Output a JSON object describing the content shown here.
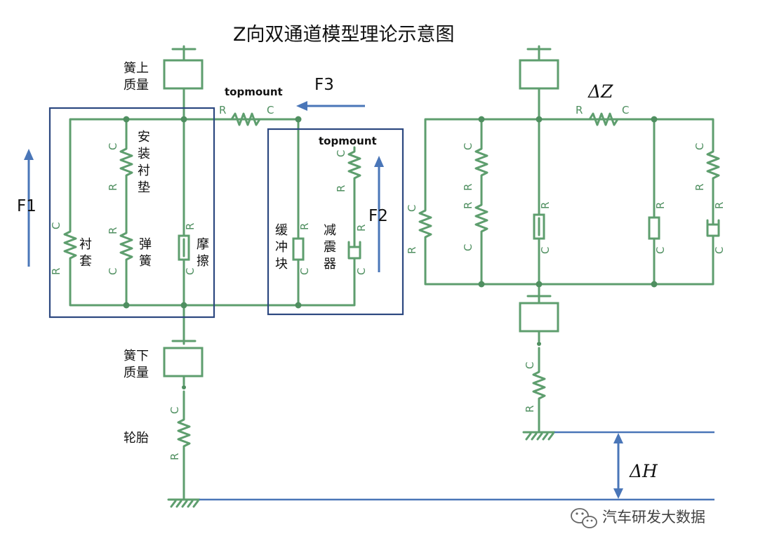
{
  "title": "Z向双通道模型理论示意图",
  "labels": {
    "sprung_mass": [
      "簧上",
      "质量"
    ],
    "unsprung_mass": [
      "簧下",
      "质量"
    ],
    "topmount_left": "topmount",
    "topmount_right": "topmount",
    "mount_pad": [
      "安",
      "装",
      "衬",
      "垫"
    ],
    "bushing": [
      "衬",
      "套"
    ],
    "spring": [
      "弹",
      "簧"
    ],
    "friction": [
      "摩",
      "擦"
    ],
    "bump_stop": [
      "缓",
      "冲",
      "块"
    ],
    "damper": [
      "减",
      "震",
      "器"
    ],
    "tire": "轮胎"
  },
  "forces": {
    "f1": "F1",
    "f2": "F2",
    "f3": "F3"
  },
  "deltas": {
    "dz": "ΔZ",
    "dh": "ΔH"
  },
  "pins": {
    "r": "R",
    "c": "C"
  },
  "watermark": "汽车研发大数据",
  "colors": {
    "wire": "#5e9e6e",
    "box": "#2c4880",
    "arrow": "#4a76b8"
  }
}
